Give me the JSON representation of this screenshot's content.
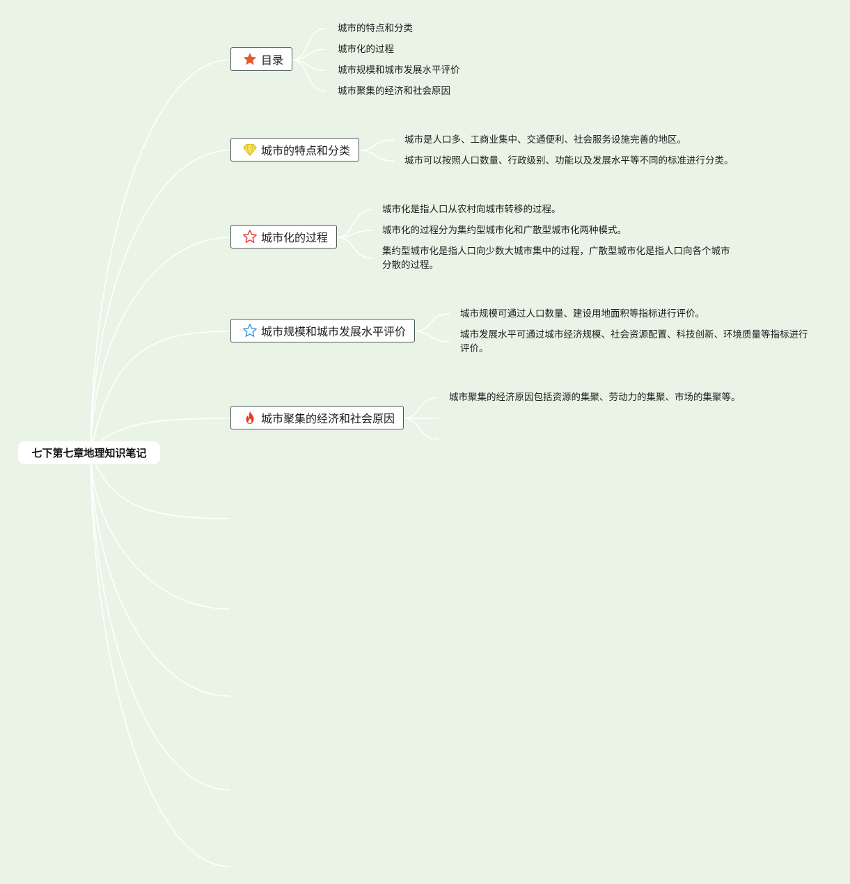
{
  "root": {
    "label": "七下第七章地理知识笔记"
  },
  "colors": {
    "background": "#e9f4e6",
    "connector": "#ffffff",
    "topic_border": "#4a5a59",
    "orange_star": "#e2582f",
    "diamond": "#f3d61b",
    "red_star_outline": "#e53935",
    "blue_star_outline": "#3a9ad9",
    "fire": "#ea3b22"
  },
  "topics": [
    {
      "label": "目录",
      "icon": "orange-star-icon",
      "children": [
        "城市的特点和分类",
        "城市化的过程",
        "城市规模和城市发展水平评价",
        "城市聚集的经济和社会原因"
      ]
    },
    {
      "label": "城市的特点和分类",
      "icon": "diamond-icon",
      "children": [
        "城市是人口多、工商业集中、交通便利、社会服务设施完善的地区。",
        "城市可以按照人口数量、行政级别、功能以及发展水平等不同的标准进行分类。"
      ]
    },
    {
      "label": "城市化的过程",
      "icon": "red-star-outline-icon",
      "children": [
        "城市化是指人口从农村向城市转移的过程。",
        "城市化的过程分为集约型城市化和广散型城市化两种模式。",
        "集约型城市化是指人口向少数大城市集中的过程，广散型城市化是指人口向各个城市分散的过程。"
      ]
    },
    {
      "label": "城市规模和城市发展水平评价",
      "icon": "blue-star-outline-icon",
      "children": [
        "城市规模可通过人口数量、建设用地面积等指标进行评价。",
        "城市发展水平可通过城市经济规模、社会资源配置、科技创新、环境质量等指标进行评价。"
      ]
    },
    {
      "label": "城市聚集的经济和社会原因",
      "icon": "fire-icon",
      "children": [
        "城市聚集的经济原因包括资源的集聚、劳动力的集聚、市场的集聚等。"
      ]
    }
  ]
}
